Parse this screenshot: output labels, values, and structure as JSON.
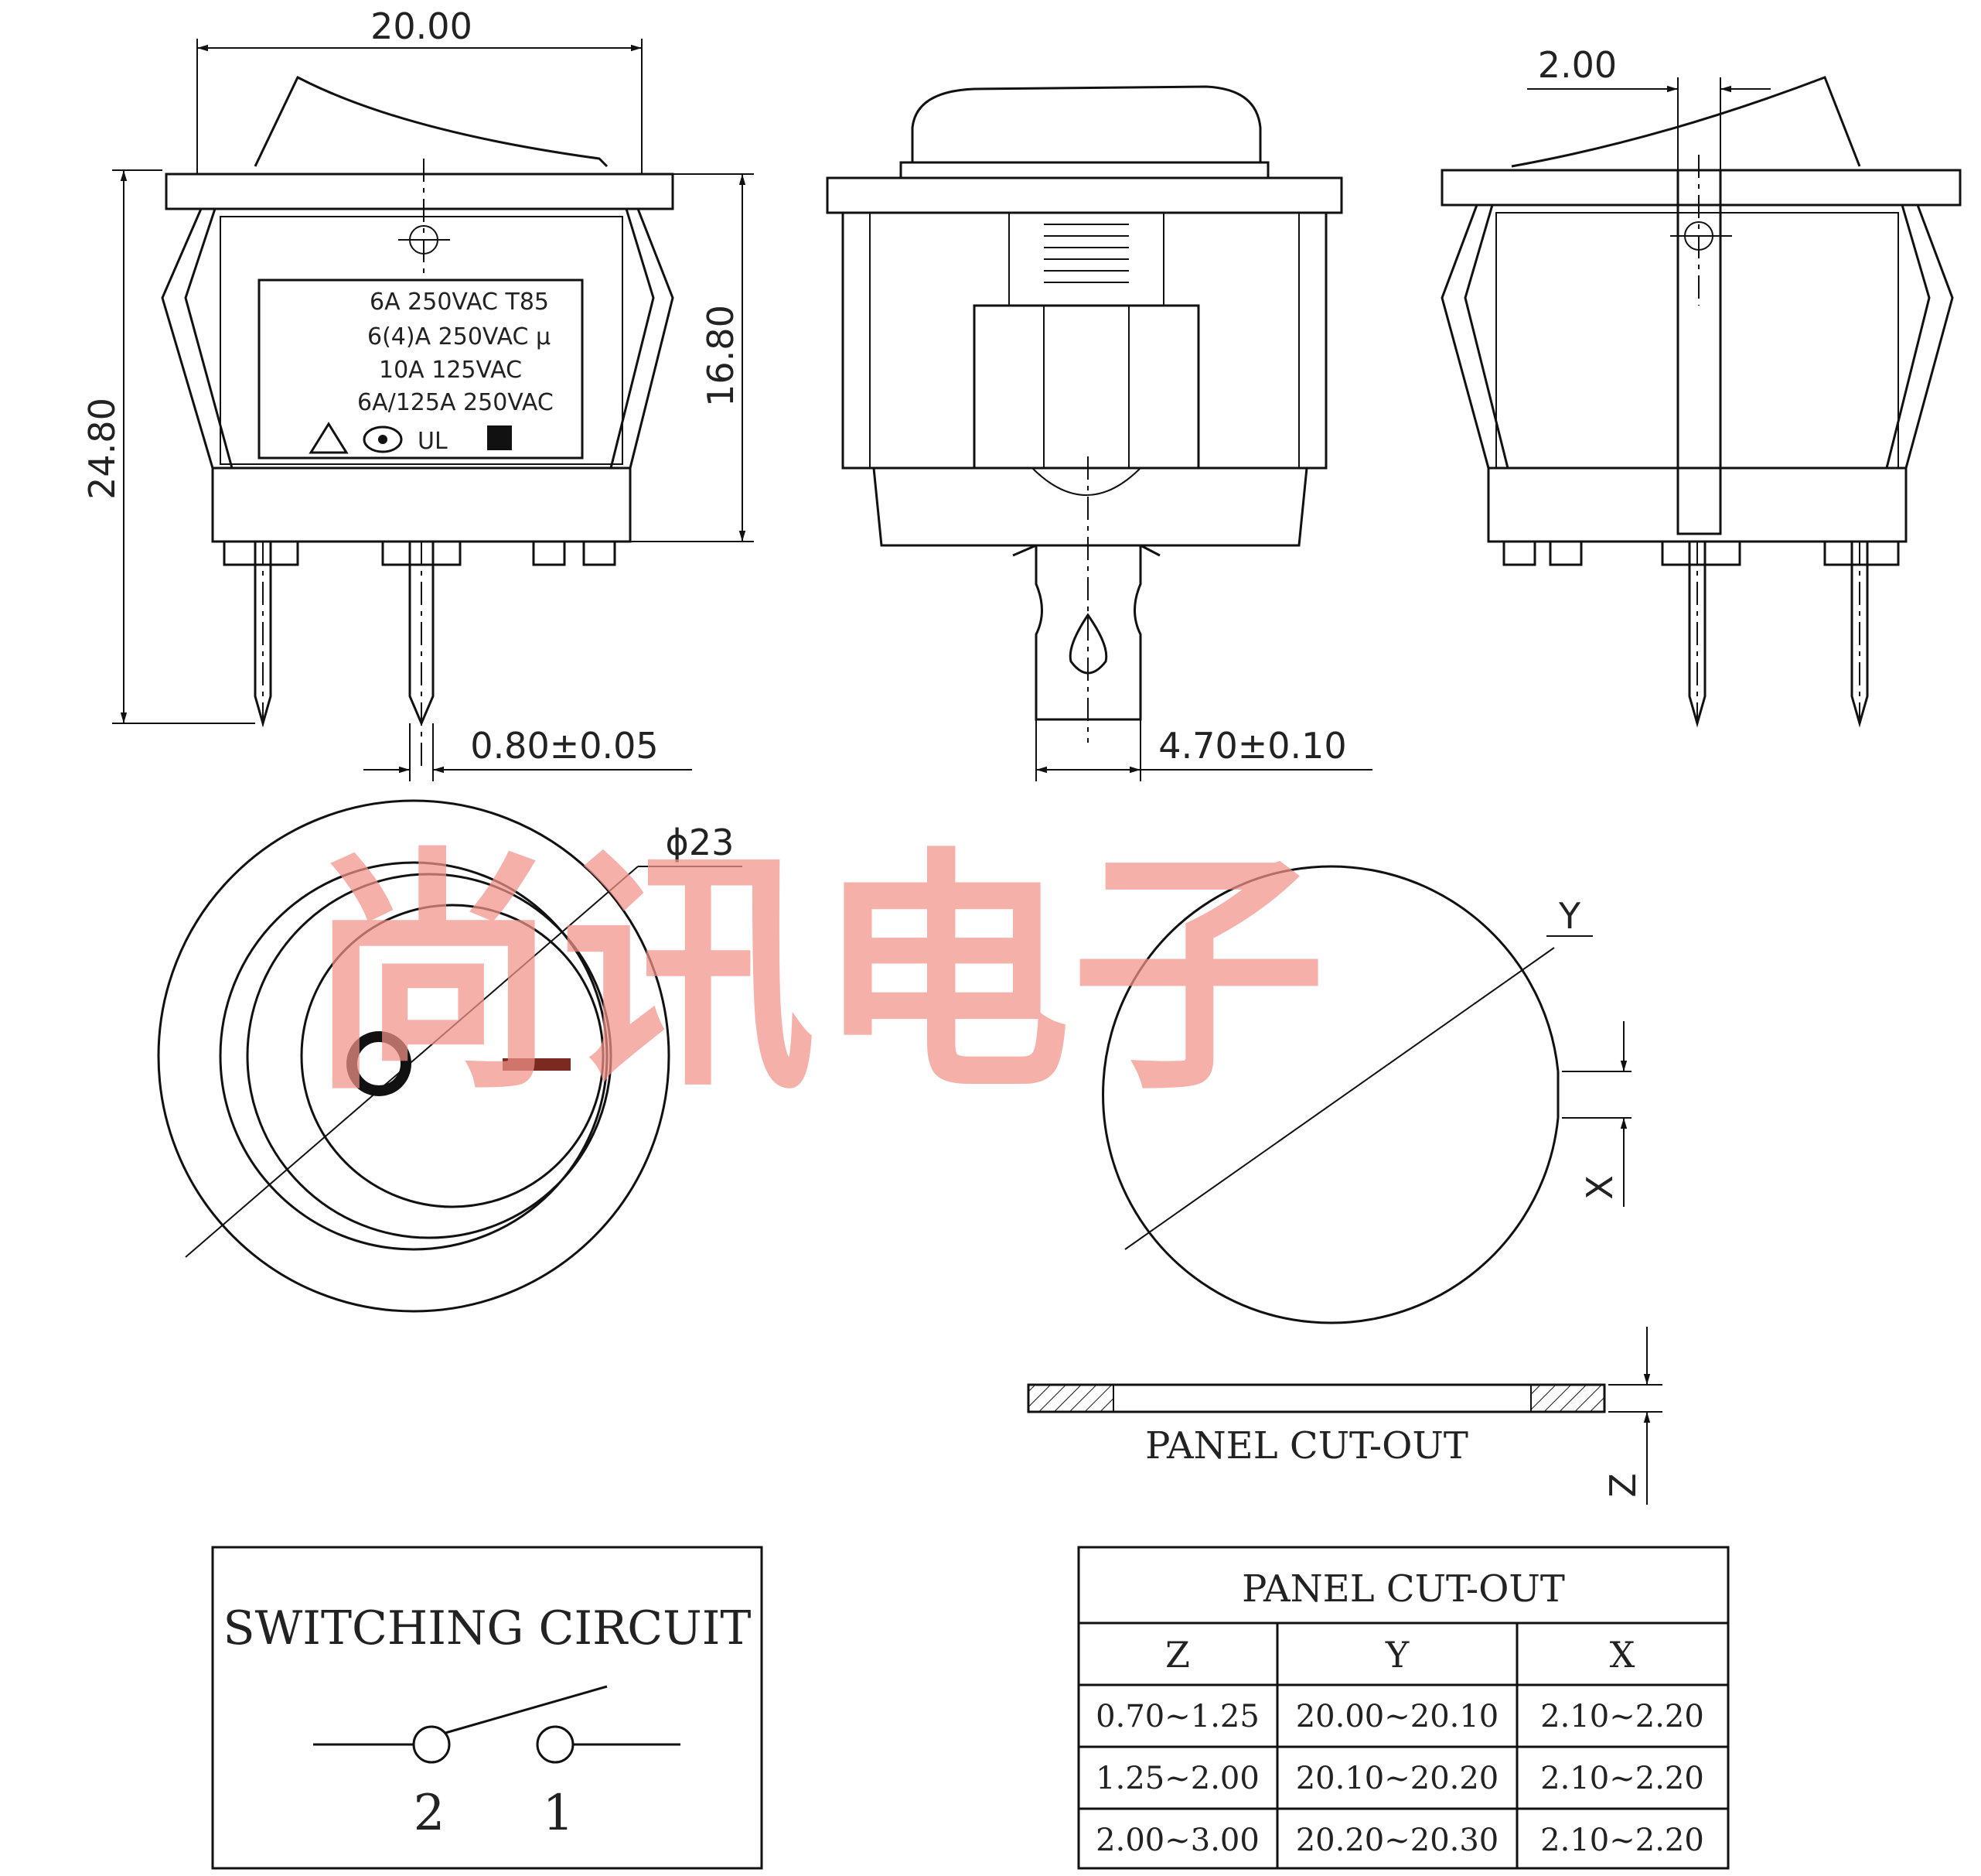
{
  "dimensions": {
    "width": "20.00",
    "height_total": "24.80",
    "body_height": "16.80",
    "offset": "2.00",
    "pin_thickness": "0.80±0.05",
    "tab_width": "4.70±0.10",
    "diameter": "ϕ23"
  },
  "rating_label": {
    "line1": "6A 250VAC T85",
    "line2": "6(4)A 250VAC μ",
    "line3": "10A 125VAC",
    "line4": "6A/125A 250VAC"
  },
  "cutout": {
    "axis_y": "Y",
    "axis_x": "X",
    "axis_z": "Z",
    "caption": "PANEL CUT-OUT"
  },
  "switching_circuit": {
    "title": "SWITCHING CIRCUIT",
    "terminal_left": "2",
    "terminal_right": "1"
  },
  "panel_table": {
    "title": "PANEL CUT-OUT",
    "headers": [
      "Z",
      "Y",
      "X"
    ],
    "rows": [
      [
        "0.70~1.25",
        "20.00~20.10",
        "2.10~2.20"
      ],
      [
        "1.25~2.00",
        "20.10~20.20",
        "2.10~2.20"
      ],
      [
        "2.00~3.00",
        "20.20~20.30",
        "2.10~2.20"
      ]
    ]
  },
  "watermark": "尚讯电子",
  "colors": {
    "line": "#111111",
    "watermark": "#f2938a",
    "off_mark": "#7a2a1e"
  }
}
